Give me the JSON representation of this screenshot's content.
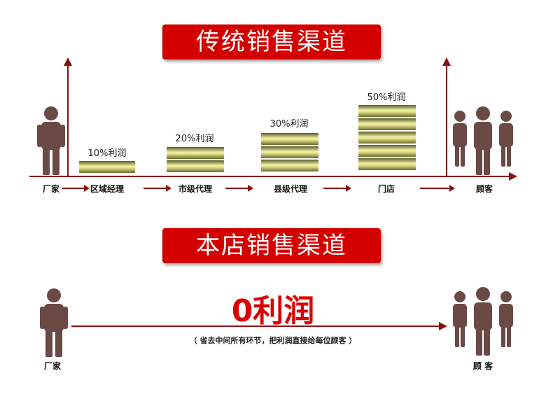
{
  "colors": {
    "banner_bg": "#d40000",
    "arrow": "#8b1010",
    "person": "#6b4a45",
    "zero_profit": "#dd0000"
  },
  "traditional": {
    "title": "传统销售渠道",
    "stages": [
      {
        "label": "厂家"
      },
      {
        "label": "区域经理",
        "profit": "10%利润",
        "coins": 1
      },
      {
        "label": "市级代理",
        "profit": "20%利润",
        "coins": 2
      },
      {
        "label": "县级代理",
        "profit": "30%利润",
        "coins": 3
      },
      {
        "label": "门店",
        "profit": "50%利润",
        "coins": 5
      },
      {
        "label": "顾客"
      }
    ]
  },
  "direct": {
    "title": "本店销售渠道",
    "from_label": "厂家",
    "to_label": "顾 客",
    "profit": "0利润",
    "note": "（ 省去中间所有环节，把利润直接给每位顾客 ）"
  }
}
